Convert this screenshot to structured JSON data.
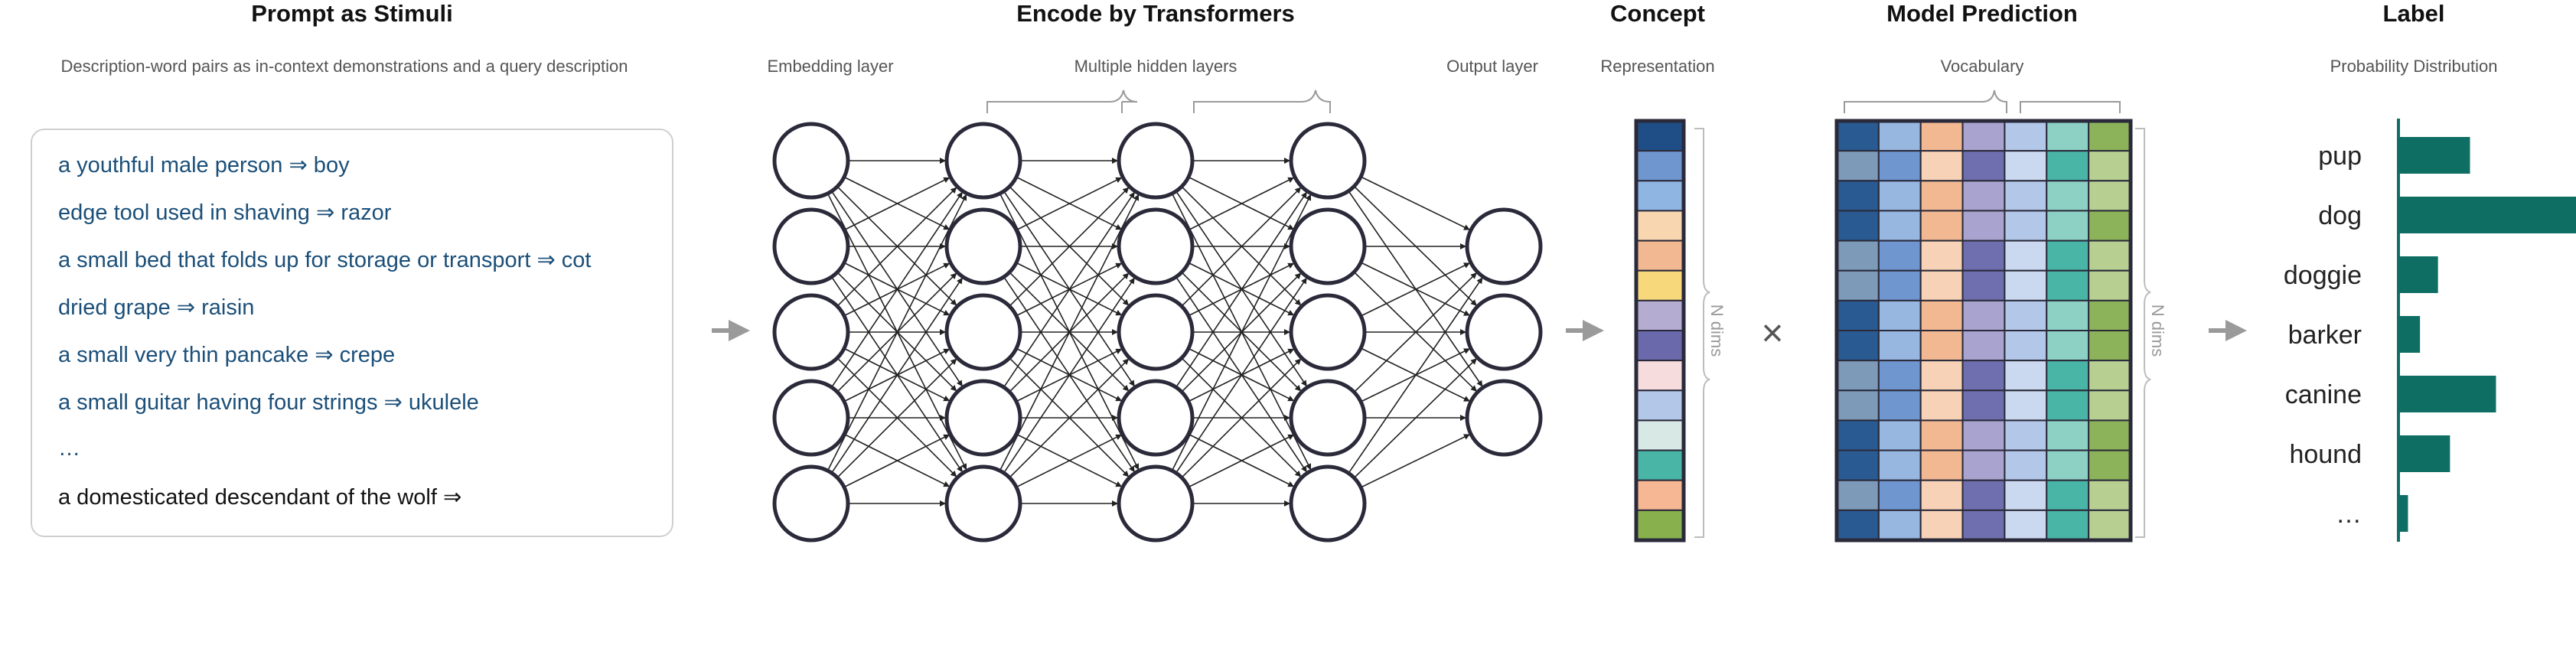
{
  "sections": {
    "prompt": {
      "title": "Prompt as Stimuli",
      "subtitle": "Description-word pairs as in-context demonstrations and a query description"
    },
    "encode": {
      "title": "Encode by Transformers",
      "embedding_label": "Embedding layer",
      "hidden_label": "Multiple hidden layers",
      "output_label": "Output layer"
    },
    "concept": {
      "title": "Concept",
      "subtitle": "Representation"
    },
    "prediction": {
      "title": "Model Prediction",
      "subtitle": "Vocabulary"
    },
    "label": {
      "title": "Label",
      "subtitle": "Probability Distribution"
    }
  },
  "prompt_lines": [
    "a youthful male person ⇒ boy",
    "edge tool used in shaving ⇒ razor",
    "a small bed that folds up for storage or transport ⇒ cot",
    "dried grape ⇒ raisin",
    "a small very thin pancake ⇒ crepe",
    "a small guitar having four strings ⇒ ukulele",
    "…"
  ],
  "query_line": "a domesticated descendant of the wolf ⇒",
  "multiply_symbol": "×",
  "dims_label": "N dims",
  "network": {
    "layer_nodes": [
      5,
      5,
      5,
      5,
      3
    ]
  },
  "representation_colors": [
    "#1f4e86",
    "#6f96cf",
    "#8fb5e3",
    "#f8d6b0",
    "#f2b892",
    "#f7d87a",
    "#b5acd1",
    "#6a69ab",
    "#f6dcdc",
    "#b3c8e9",
    "#d7e8e5",
    "#49b5a6",
    "#f6b794",
    "#88b14d"
  ],
  "vocab_matrix": {
    "columns": [
      {
        "base": "#2a5a92",
        "alt": "#7d9ab8"
      },
      {
        "base": "#6f96cf",
        "alt": "#97b6e0"
      },
      {
        "base": "#f2b892",
        "alt": "#f7d2b6"
      },
      {
        "base": "#6f6fb0",
        "alt": "#a9a4cf"
      },
      {
        "base": "#b3c8e9",
        "alt": "#cbd9f0"
      },
      {
        "base": "#49b5a6",
        "alt": "#8dd1c5"
      },
      {
        "base": "#8db35a",
        "alt": "#b7d092"
      }
    ],
    "rows": 14
  },
  "chart_data": {
    "type": "bar",
    "orientation": "horizontal",
    "categories": [
      "pup",
      "dog",
      "doggie",
      "barker",
      "canine",
      "hound",
      "…"
    ],
    "values": [
      0.35,
      0.88,
      0.19,
      0.1,
      0.48,
      0.25,
      0.04
    ],
    "color": "#0e6e63",
    "title": "Label",
    "subtitle": "Probability Distribution"
  }
}
